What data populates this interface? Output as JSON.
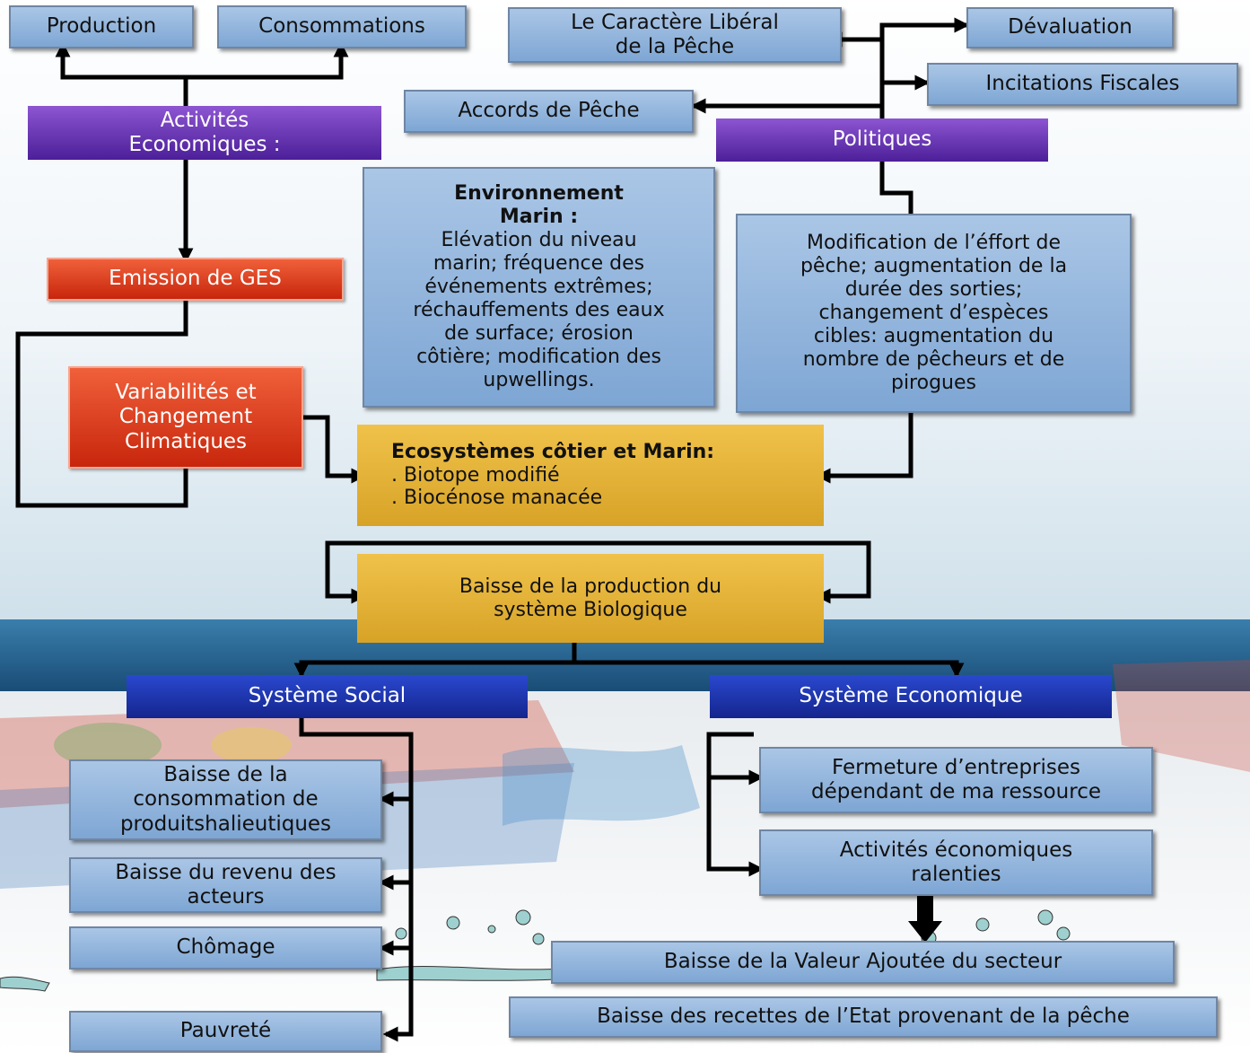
{
  "top": {
    "production": "Production",
    "consommations": "Consommations",
    "caractere_liberal": [
      "Le Caractère Libéral",
      "de la Pêche"
    ],
    "devaluation": "Dévaluation",
    "incitations_fiscales": "Incitations Fiscales",
    "accords_peche": "Accords de Pêche"
  },
  "activites_economiques": [
    "Activités",
    "Economiques :"
  ],
  "politiques": "Politiques",
  "emission_ges": "Emission de GES",
  "variabilites": [
    "Variabilités et",
    "Changement",
    "Climatiques"
  ],
  "environnement_marin": {
    "title": [
      "Environnement",
      "Marin :"
    ],
    "lines": [
      "Elévation du niveau",
      "marin; fréquence des",
      "événements extrêmes;",
      "réchauffements des eaux",
      "de surface; érosion",
      "côtière; modification des",
      "upwellings."
    ]
  },
  "modification_effort": [
    "Modification de l’éffort de",
    "pêche; augmentation de la",
    "durée des sorties;",
    "changement d’espèces",
    "cibles: augmentation du",
    "nombre de pêcheurs et de",
    "pirogues"
  ],
  "ecosystemes": {
    "title": "Ecosystèmes côtier et Marin:",
    "items": [
      ". Biotope modifié",
      ". Biocénose manacée"
    ]
  },
  "baisse_production": [
    "Baisse de la production du",
    "système Biologique"
  ],
  "systeme_social": "Système Social",
  "systeme_economique": "Système Economique",
  "social_effects": {
    "consommation": [
      "Baisse de la",
      "consommation de",
      "produitshalieutiques"
    ],
    "revenu": [
      "Baisse du revenu des",
      "acteurs"
    ],
    "chomage": "Chômage",
    "pauvrete": "Pauvreté"
  },
  "economic_effects": {
    "fermeture": [
      "Fermeture d’entreprises",
      "dépendant de ma ressource"
    ],
    "activites_ralenties": [
      "Activités économiques",
      "ralenties"
    ],
    "valeur_ajoutee": "Baisse de la Valeur Ajoutée du secteur",
    "recettes_etat": "Baisse des recettes de l’Etat provenant de la pêche"
  },
  "colors": {
    "blue_box": "#8fb3de",
    "purple_box": "#6b35b8",
    "red_box": "#e0441f",
    "yellow_box": "#e6b53a",
    "navy_box": "#1d34b0",
    "arrow": "#000000",
    "sea": "#1f5d8e"
  }
}
